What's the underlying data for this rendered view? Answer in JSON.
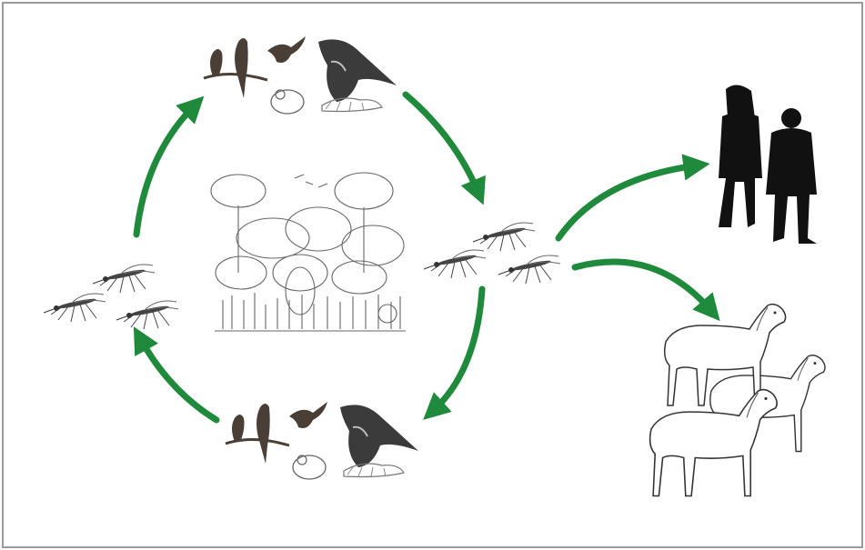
{
  "diagram": {
    "type": "transmission-cycle",
    "colors": {
      "arrow": "#1f8a3b",
      "silhouette": "#111111",
      "bird": "#4a3f36",
      "sketch": "#555555",
      "frame": "#9a9a9a"
    },
    "nodes": [
      {
        "id": "birds-top",
        "icon": "birds-group-icon"
      },
      {
        "id": "mosquitoes-right",
        "icon": "mosquito-group-icon"
      },
      {
        "id": "birds-bottom",
        "icon": "birds-group-icon"
      },
      {
        "id": "mosquitoes-left",
        "icon": "mosquito-group-icon"
      },
      {
        "id": "forest",
        "icon": "forest-icon"
      },
      {
        "id": "humans",
        "icon": "human-silhouettes-icon"
      },
      {
        "id": "horses",
        "icon": "horses-icon"
      }
    ],
    "edges": [
      {
        "from": "mosquitoes-left",
        "to": "birds-top"
      },
      {
        "from": "birds-top",
        "to": "mosquitoes-right"
      },
      {
        "from": "mosquitoes-right",
        "to": "birds-bottom"
      },
      {
        "from": "birds-bottom",
        "to": "mosquitoes-left"
      },
      {
        "from": "mosquitoes-right",
        "to": "humans"
      },
      {
        "from": "mosquitoes-right",
        "to": "horses"
      }
    ]
  }
}
